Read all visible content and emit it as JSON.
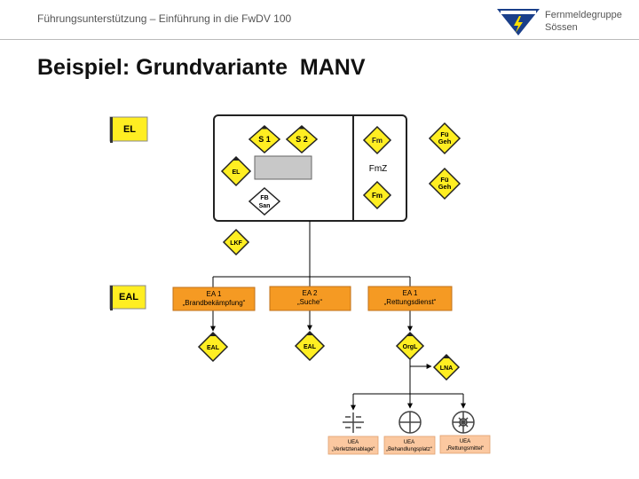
{
  "header": {
    "title": "Führungsunterstützung – Einführung in die FwDV 100",
    "org_line1": "Fernmeldegruppe",
    "org_line2": "Sössen"
  },
  "slide": {
    "title": "Beispiel: Grundvariante  MANV"
  },
  "colors": {
    "symbol_yellow": "#ffee22",
    "ea_orange": "#f59a23",
    "uea_peach": "#fbc8a0",
    "screen_gray": "#c8c8c8"
  },
  "symbols": {
    "el_flag": "EL",
    "eal_flag": "EAL",
    "s1": "S 1",
    "s2": "S 2",
    "el": "EL",
    "fb_san_line1": "FB",
    "fb_san_line2": "San",
    "fm_top": "Fm",
    "fm_bottom": "Fm",
    "fmz": "FmZ",
    "fue_geh_1_line1": "Fü",
    "fue_geh_1_line2": "Geh",
    "fue_geh_2_line1": "Fü",
    "fue_geh_2_line2": "Geh",
    "lkf": "LKF",
    "eal_1": "EAL",
    "eal_2": "EAL",
    "orgl": "OrgL",
    "lna": "LNA"
  },
  "sections": [
    {
      "line1": "EA 1",
      "line2": "„Brandbekämpfung“"
    },
    {
      "line1": "EA 2",
      "line2": "„Suche“"
    },
    {
      "line1": "EA 1",
      "line2": "„Rettungsdienst“"
    }
  ],
  "subsections": [
    {
      "line1": "UEA",
      "line2": "„Verletztenablage“"
    },
    {
      "line1": "UEA",
      "line2": "„Behandlungsplatz“"
    },
    {
      "line1": "UEA",
      "line2": "„Rettungsmittel“"
    }
  ]
}
